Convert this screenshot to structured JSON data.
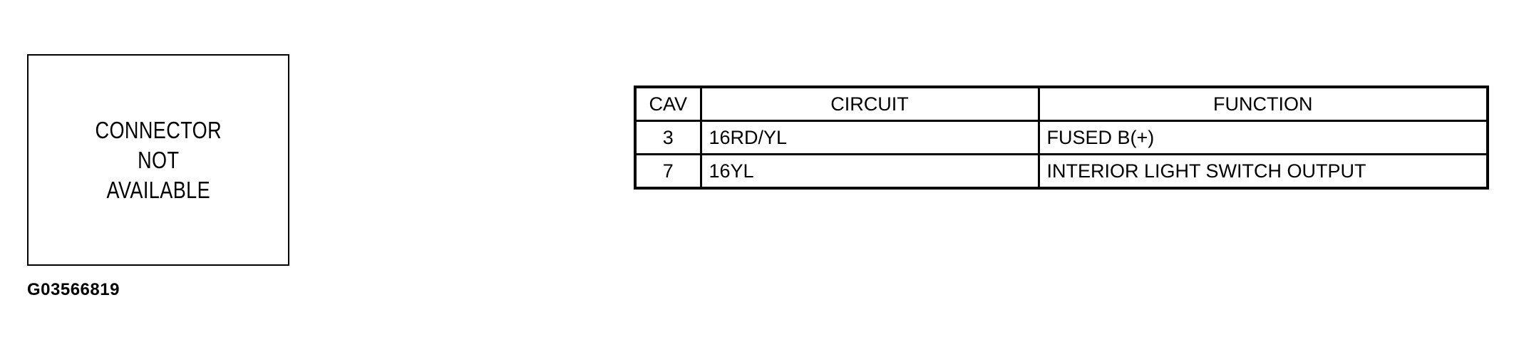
{
  "connector_box": {
    "lines": [
      "CONNECTOR",
      "NOT",
      "AVAILABLE"
    ]
  },
  "figure_id": "G03566819",
  "pin_table": {
    "headers": {
      "cav": "CAV",
      "circuit": "CIRCUIT",
      "function": "FUNCTION"
    },
    "rows": [
      {
        "cav": "3",
        "circuit": "16RD/YL",
        "function": "FUSED B(+)"
      },
      {
        "cav": "7",
        "circuit": "16YL",
        "function": "INTERIOR LIGHT SWITCH OUTPUT"
      }
    ]
  }
}
